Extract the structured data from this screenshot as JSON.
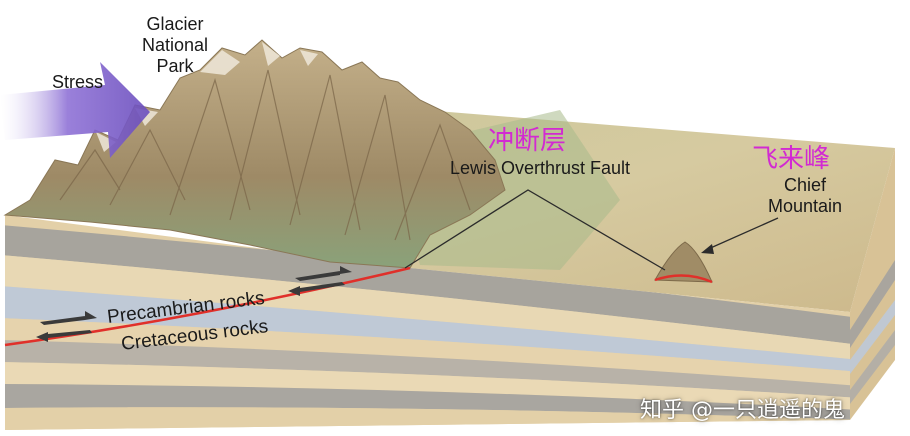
{
  "labels": {
    "stress": "Stress",
    "glacier_line1": "Glacier",
    "glacier_line2": "National",
    "glacier_line3": "Park",
    "fault": "Lewis Overthrust Fault",
    "fault_cn": "冲断层",
    "chief_line1": "Chief",
    "chief_line2": "Mountain",
    "chief_cn": "飞来峰",
    "precambrian": "Precambrian rocks",
    "cretaceous": "Cretaceous rocks"
  },
  "watermark": "知乎 @一只逍遥的鬼",
  "colors": {
    "stress_arrow": "#7c5cc8",
    "fault_line": "#e0302a",
    "chinese_label": "#d22ad2",
    "layer_tan": "#e6d3ad",
    "layer_gray": "#a9a6a0",
    "layer_blue": "#c4cdd8",
    "plain": "#cfc79a",
    "mountain": "#a89470"
  },
  "icons": {
    "stress_arrow": "arrow-right-icon",
    "slip_arrows": "half-arrow-icon"
  }
}
